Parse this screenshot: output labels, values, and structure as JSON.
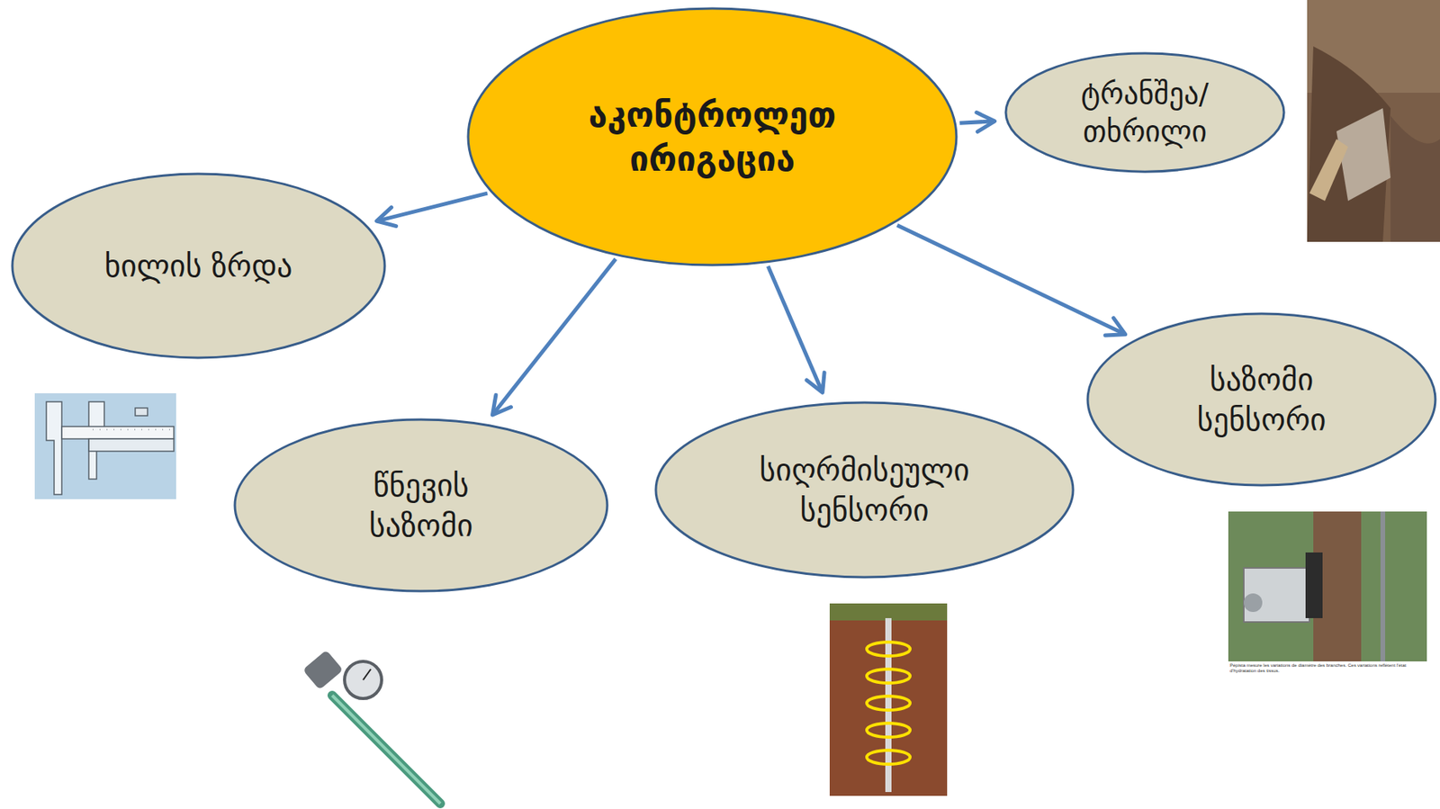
{
  "diagram": {
    "nodes": [
      {
        "text": [
          "აკონტროლეთ ირიგაცია"
        ]
      },
      {
        "text": [
          "ტრანშეა/ თხრილი"
        ]
      },
      {
        "text": [
          "ხილის ზრდა"
        ]
      },
      {
        "text": [
          "საზომი სენსორი"
        ]
      },
      {
        "text": [
          "სიღრმისეული სენსორი"
        ]
      },
      {
        "text": [
          "წნევის საზომი"
        ]
      }
    ],
    "edges": [
      {
        "from": 0,
        "to": 1,
        "arrow": "to"
      },
      {
        "from": 0,
        "to": 2,
        "arrow": "to"
      },
      {
        "from": 0,
        "to": 3,
        "arrow": "to"
      },
      {
        "from": 0,
        "to": 4,
        "arrow": "to"
      },
      {
        "from": 0,
        "to": 5,
        "arrow": "to"
      }
    ],
    "labels": [
      "Pépista mesure les variations de diamètre des branches. Ces variations reflètent l'état d'hydratation des tissus."
    ]
  }
}
